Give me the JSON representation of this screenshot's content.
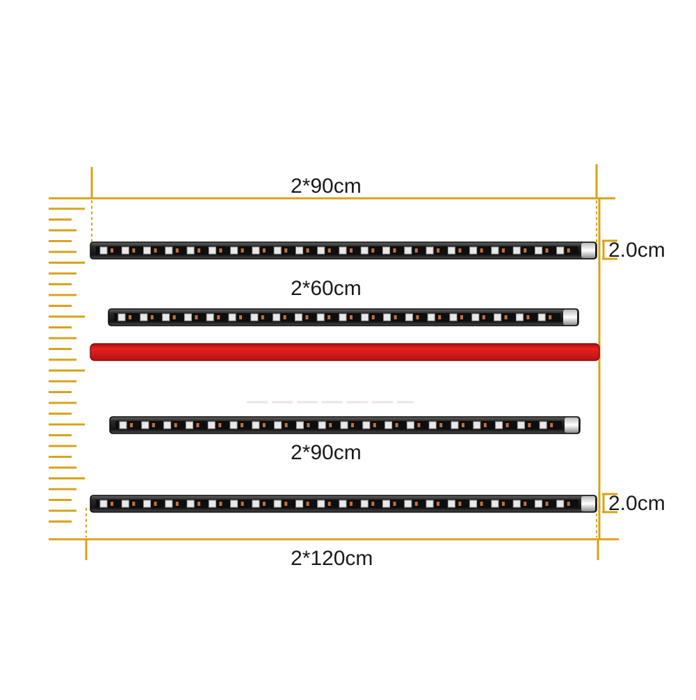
{
  "dimensions": {
    "top_width": "2*90cm",
    "second_width": "2*60cm",
    "third_width": "2*90cm",
    "bottom_width": "2*120cm",
    "height_top": "2.0cm",
    "height_bottom": "2.0cm"
  },
  "colors": {
    "dimension_lines": "#d8a21a",
    "strip_body": "#1b1b1b",
    "adhesive_tape": "#e01b1b",
    "led_chip": "#e9e9e9"
  },
  "strips": [
    {
      "name": "strip-120cm",
      "led_count": 22
    },
    {
      "name": "strip-90cm-upper",
      "led_count": 20
    },
    {
      "name": "strip-adhesive-tape"
    },
    {
      "name": "strip-90cm-lower",
      "led_count": 20
    },
    {
      "name": "strip-120cm-bottom",
      "led_count": 22
    }
  ]
}
